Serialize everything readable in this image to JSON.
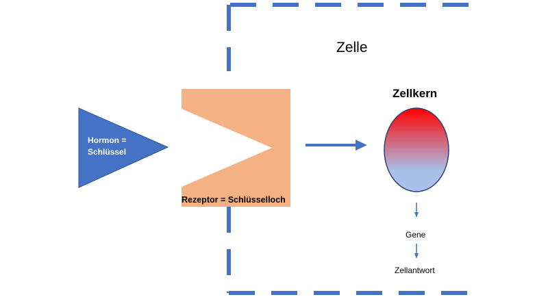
{
  "cell": {
    "label": "Zelle"
  },
  "hormone": {
    "line1": "Hormon =",
    "line2": "Schlüssel"
  },
  "receptor": {
    "label": "Rezeptor = Schlüsselloch"
  },
  "nucleus": {
    "title": "Zellkern"
  },
  "genes": {
    "label": "Gene"
  },
  "response": {
    "label": "Zellantwort"
  },
  "colors": {
    "membrane": "#4472c4",
    "hormone": "#4472c4",
    "receptor": "#f4b183",
    "arrow": "#4472c4",
    "nucleus_top": "#ff0000",
    "nucleus_bottom": "#a9c1ea"
  }
}
